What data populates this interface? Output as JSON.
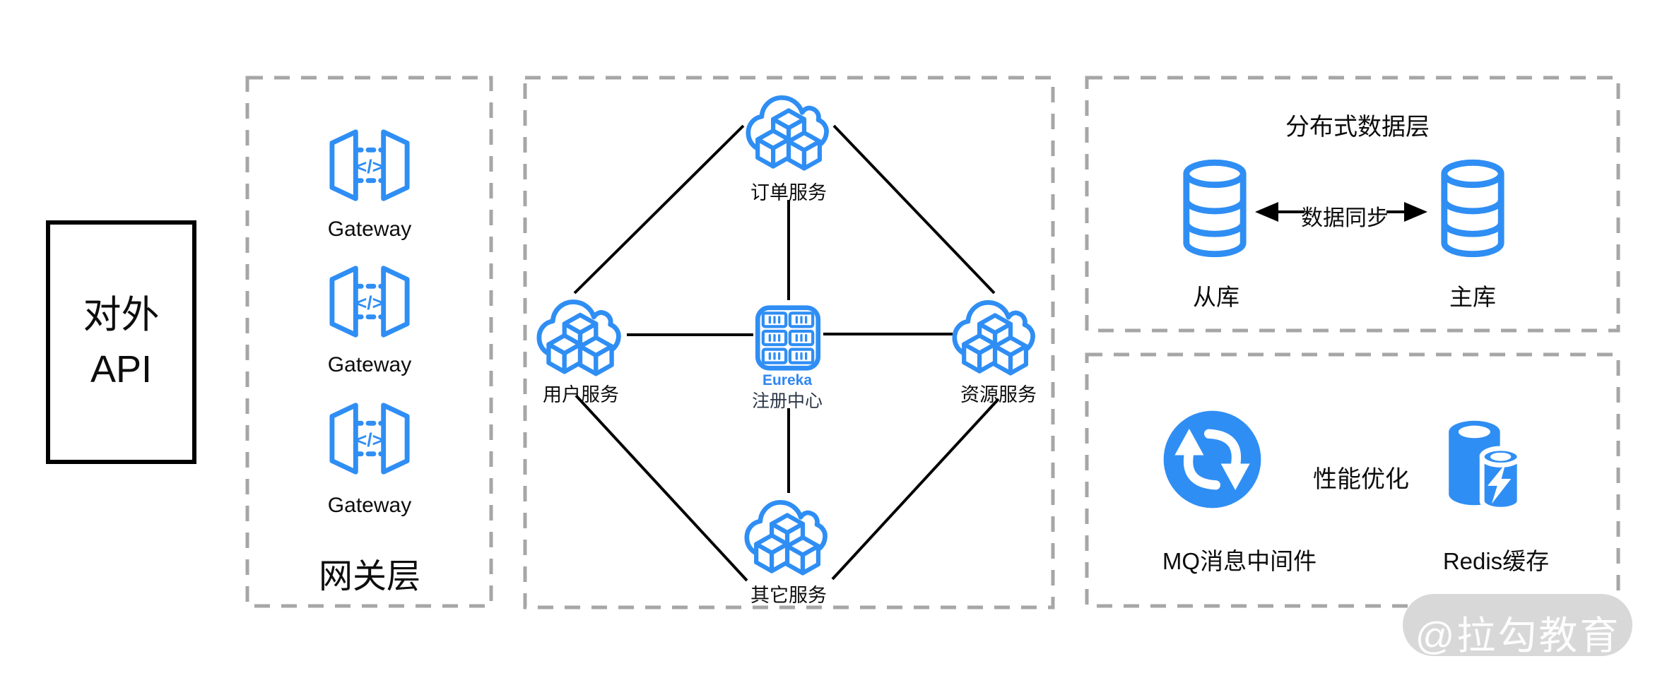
{
  "external_api": {
    "line1": "对外",
    "line2": "API"
  },
  "gateway_layer": {
    "title": "网关层",
    "icon_code": "</>",
    "gateways": [
      {
        "label": "Gateway"
      },
      {
        "label": "Gateway"
      },
      {
        "label": "Gateway"
      }
    ]
  },
  "service_mesh": {
    "order": {
      "label": "订单服务"
    },
    "user": {
      "label": "用户服务"
    },
    "resource": {
      "label": "资源服务"
    },
    "other": {
      "label": "其它服务"
    },
    "registry": {
      "name": "Eureka",
      "label": "注册中心"
    }
  },
  "data_layer": {
    "title": "分布式数据层",
    "slave_label": "从库",
    "master_label": "主库",
    "sync_label": "数据同步"
  },
  "performance_layer": {
    "title": "性能优化",
    "mq_label": "MQ消息中间件",
    "redis_label": "Redis缓存"
  },
  "watermark": {
    "text": "@拉勾教育"
  },
  "colors": {
    "icon_blue": "#2f8ef4",
    "eureka_text_blue": "#2e86f2",
    "connector_black": "#000000",
    "dashed_border_gray": "#a6a6a6",
    "registry_text_dark": "#2d3748",
    "watermark_pill_gray": "#d8d8d8",
    "watermark_text_white": "#ffffff"
  }
}
